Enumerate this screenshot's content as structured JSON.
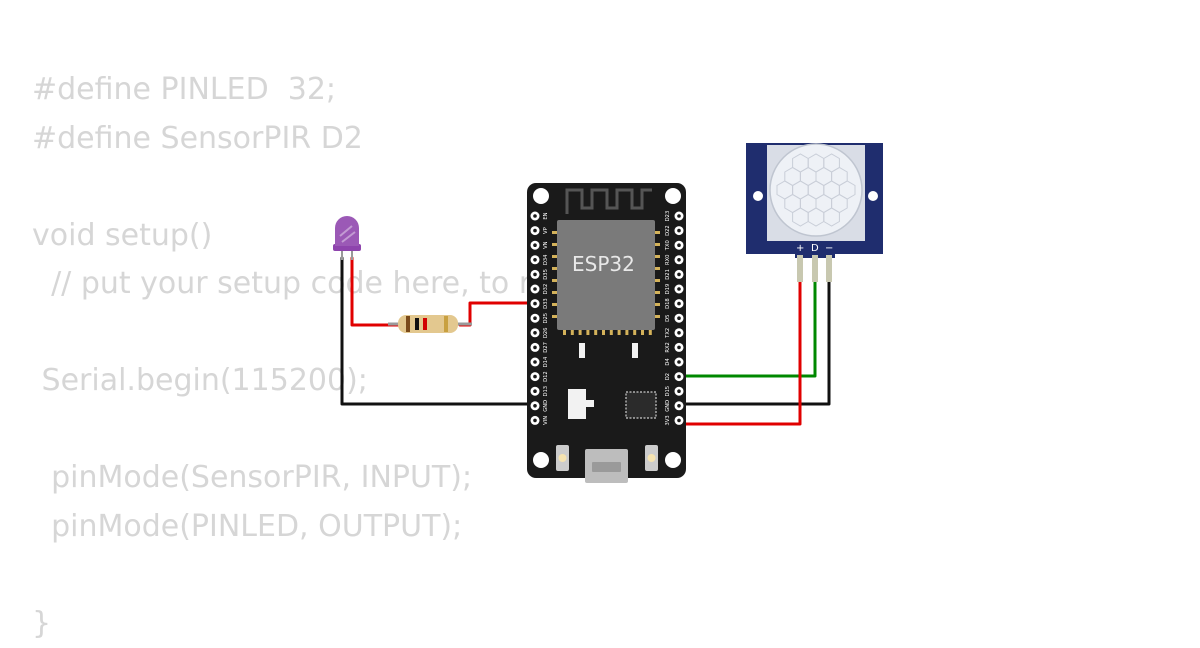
{
  "code": {
    "lines": [
      "#define PINLED  32;",
      "#define SensorPIR D2",
      "",
      "void setup()",
      "  // put your setup code here, to run once:",
      "",
      " Serial.begin(115200);",
      "",
      "  pinMode(SensorPIR, INPUT);",
      "  pinMode(PINLED, OUTPUT);",
      "",
      "}"
    ]
  },
  "esp32": {
    "chip_label": "ESP32",
    "left_pins": [
      "EN",
      "VP",
      "VN",
      "D34",
      "D35",
      "D32",
      "D33",
      "D25",
      "D26",
      "D27",
      "D14",
      "D12",
      "D13",
      "GND",
      "VIN"
    ],
    "right_pins": [
      "D23",
      "D22",
      "TX0",
      "RX0",
      "D21",
      "D19",
      "D18",
      "D5",
      "TX2",
      "RX2",
      "D4",
      "D2",
      "D15",
      "GND",
      "3V3"
    ]
  },
  "pir": {
    "pin_plus": "+",
    "pin_data": "D",
    "pin_minus": "−"
  },
  "colors": {
    "board": "#1a1a1a",
    "chip": "#7a7a7a",
    "pir_board": "#1f2d6e",
    "wire_red": "#e00000",
    "wire_green": "#008800",
    "wire_black": "#111111",
    "led": "#9b59b6"
  }
}
